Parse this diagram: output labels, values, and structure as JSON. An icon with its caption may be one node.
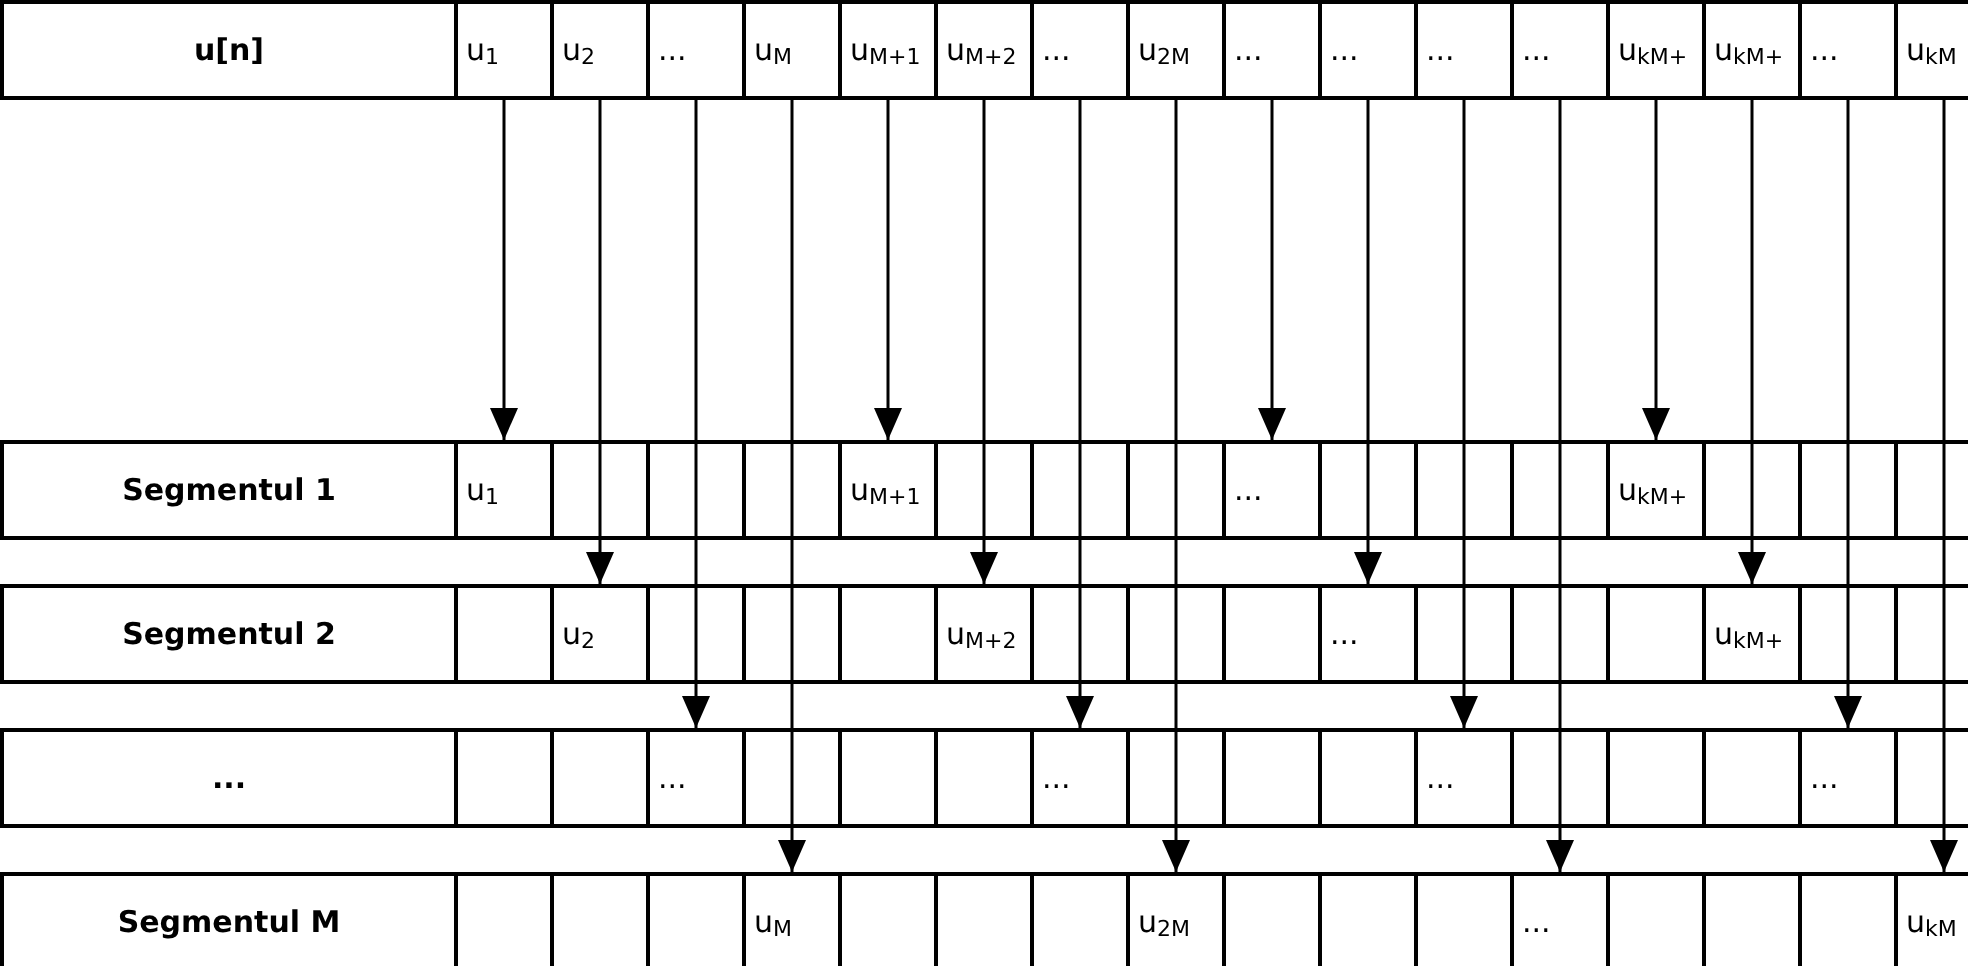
{
  "diagram": {
    "nodes": [
      {
        "text": [
          "u[n]"
        ]
      },
      {
        "text": [
          "u$_{1}$"
        ]
      },
      {
        "text": [
          "u$_{2}$"
        ]
      },
      {
        "text": [
          "..."
        ]
      },
      {
        "text": [
          "u$_{M}$"
        ]
      },
      {
        "text": [
          "u$_{M+1}$"
        ]
      },
      {
        "text": [
          "u$_{M+2}$"
        ]
      },
      {
        "text": [
          "..."
        ]
      },
      {
        "text": [
          "u$_{2M}$"
        ]
      },
      {
        "text": [
          "..."
        ]
      },
      {
        "text": [
          "..."
        ]
      },
      {
        "text": [
          "..."
        ]
      },
      {
        "text": [
          "..."
        ]
      },
      {
        "text": [
          "u$_{kM+}$"
        ]
      },
      {
        "text": [
          "u$_{kM+}$"
        ]
      },
      {
        "text": [
          "..."
        ]
      },
      {
        "text": [
          "u$_{kM}$"
        ]
      },
      {
        "text": [
          "Segmentul 1"
        ]
      },
      {
        "text": [
          "u$_{1}$"
        ]
      },
      {
        "text": [
          "u$_{M+1}$"
        ]
      },
      {
        "text": [
          "..."
        ]
      },
      {
        "text": [
          "u$_{kM+}$"
        ]
      },
      {
        "text": [
          "Segmentul 2"
        ]
      },
      {
        "text": [
          "u$_{2}$"
        ]
      },
      {
        "text": [
          "u$_{M+2}$"
        ]
      },
      {
        "text": [
          "..."
        ]
      },
      {
        "text": [
          "u$_{kM+}$"
        ]
      },
      {
        "text": [
          "..."
        ]
      },
      {
        "text": [
          "..."
        ]
      },
      {
        "text": [
          "..."
        ]
      },
      {
        "text": [
          "..."
        ]
      },
      {
        "text": [
          "..."
        ]
      },
      {
        "text": [
          "Segmentul M"
        ]
      },
      {
        "text": [
          "u$_{M}$"
        ]
      },
      {
        "text": [
          "u$_{2M}$"
        ]
      },
      {
        "text": [
          "..."
        ]
      },
      {
        "text": [
          "u$_{kM}$"
        ]
      }
    ],
    "edges": [
      {
        "from": 1,
        "to": 18,
        "arrow": "to"
      },
      {
        "from": 2,
        "to": 23,
        "arrow": "to"
      },
      {
        "from": 3,
        "to": 28,
        "arrow": "to"
      },
      {
        "from": 4,
        "to": 33,
        "arrow": "to"
      },
      {
        "from": 5,
        "to": 19,
        "arrow": "to"
      },
      {
        "from": 6,
        "to": 24,
        "arrow": "to"
      },
      {
        "from": 7,
        "to": 29,
        "arrow": "to"
      },
      {
        "from": 8,
        "to": 34,
        "arrow": "to"
      },
      {
        "from": 9,
        "to": 20,
        "arrow": "to"
      },
      {
        "from": 10,
        "to": 25,
        "arrow": "to"
      },
      {
        "from": 11,
        "to": 30,
        "arrow": "to"
      },
      {
        "from": 12,
        "to": 35,
        "arrow": "to"
      },
      {
        "from": 13,
        "to": 21,
        "arrow": "to"
      },
      {
        "from": 14,
        "to": 26,
        "arrow": "to"
      },
      {
        "from": 15,
        "to": 31,
        "arrow": "to"
      },
      {
        "from": 16,
        "to": 36,
        "arrow": "to"
      }
    ]
  }
}
